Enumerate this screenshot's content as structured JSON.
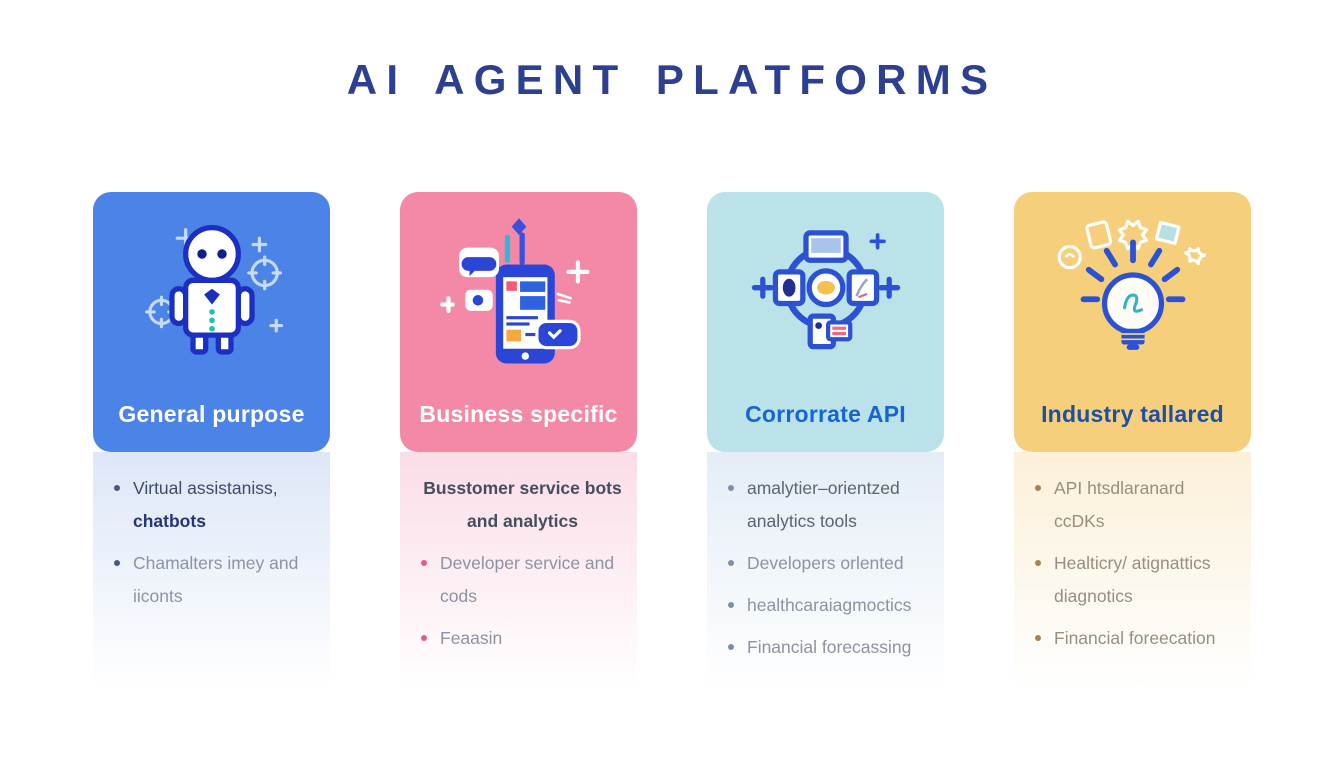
{
  "title": "AI AGENT PLATFORMS",
  "palette": {
    "background": "#ffffff",
    "title_color": "#2c3f90"
  },
  "cards": [
    {
      "label": "General purpose",
      "icon": "robot-icon",
      "colors": {
        "bg": "#4b83e7",
        "label": "#ffffff",
        "tint": "#dde7f8",
        "dot": "#49587e",
        "text": "#8d93a3"
      },
      "items": [
        {
          "bullet": true,
          "color": "#3e4a66",
          "parts": [
            {
              "text": "Virtual assistaniss,"
            },
            {
              "br": true
            },
            {
              "text": "chatbots",
              "bold": true,
              "color": "#26357a"
            }
          ]
        },
        {
          "bullet": true,
          "parts": [
            {
              "text": "Chamalters imey and"
            },
            {
              "br": true
            },
            {
              "text": "iiconts"
            }
          ]
        }
      ]
    },
    {
      "label": "Business specific",
      "icon": "chat-phone-icon",
      "colors": {
        "bg": "#f489a7",
        "label": "#ffffff",
        "tint": "#fbdde7",
        "dot": "#e05c80",
        "text": "#8d93a3"
      },
      "items": [
        {
          "bullet": false,
          "center": true,
          "color": "#454e5e",
          "parts": [
            {
              "text": "Busstomer service bots",
              "bold": true
            },
            {
              "br": true
            },
            {
              "text": "and analytics",
              "bold": true
            }
          ]
        },
        {
          "bullet": true,
          "parts": [
            {
              "text": "Developer service and"
            },
            {
              "br": true
            },
            {
              "text": "cods"
            }
          ]
        },
        {
          "bullet": true,
          "parts": [
            {
              "text": "Feaasin"
            }
          ]
        }
      ]
    },
    {
      "label": "Corrorrate API",
      "icon": "workflow-icon",
      "colors": {
        "bg": "#bae2e8",
        "label": "#1565d6",
        "tint": "#e4edf6",
        "dot": "#7f90a6",
        "text": "#8d93a3"
      },
      "items": [
        {
          "bullet": true,
          "color": "#5a6472",
          "parts": [
            {
              "text": "amalytier–orientzed"
            },
            {
              "br": true
            },
            {
              "text": "analytics tools"
            }
          ]
        },
        {
          "bullet": true,
          "parts": [
            {
              "text": "Developers orlented"
            }
          ]
        },
        {
          "bullet": true,
          "parts": [
            {
              "text": "healthcaraiagmoctics"
            }
          ]
        },
        {
          "bullet": true,
          "parts": [
            {
              "text": "Financial forecassing"
            }
          ]
        }
      ]
    },
    {
      "label": "Industry tallared",
      "icon": "lightbulb-icon",
      "colors": {
        "bg": "#f6cf7d",
        "label": "#1d4fa4",
        "tint": "#fbf0d9",
        "dot": "#a5854f",
        "text": "#978e80"
      },
      "items": [
        {
          "bullet": true,
          "parts": [
            {
              "text": "API htsdlaranard"
            },
            {
              "br": true
            },
            {
              "text": "ccDKs"
            }
          ]
        },
        {
          "bullet": true,
          "parts": [
            {
              "text": "Healticry/ atignattics"
            },
            {
              "br": true
            },
            {
              "text": "diagnotics"
            }
          ]
        },
        {
          "bullet": true,
          "parts": [
            {
              "text": "Financial foreecation"
            }
          ]
        }
      ]
    }
  ]
}
